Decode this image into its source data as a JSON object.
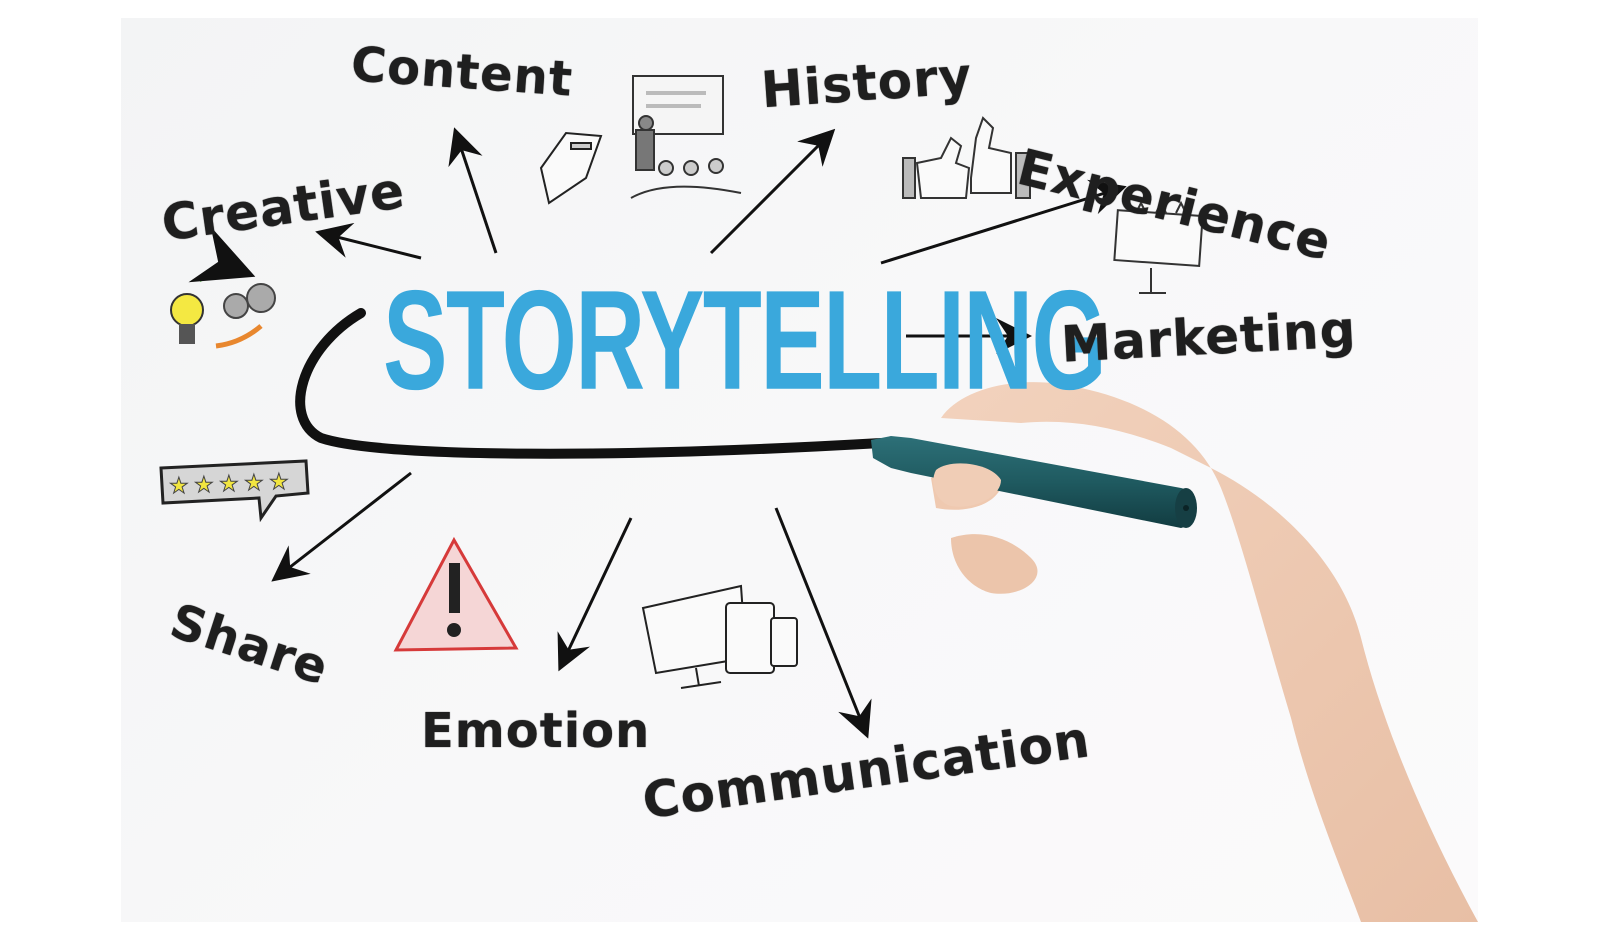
{
  "image": {
    "description": "Hand holding a teal marker drawing a storytelling concept map on a white board",
    "central_word": "STORYTELLING",
    "accent_color": "#3aa8dc",
    "marker_color": "#1f5a60",
    "keywords": [
      {
        "label": "Content",
        "icon": "book-icon"
      },
      {
        "label": "History",
        "icon": "presentation-icon"
      },
      {
        "label": "Experience",
        "icon": "thumbs-up-icon"
      },
      {
        "label": "Creative",
        "icon": "lightbulb-gears-icon"
      },
      {
        "label": "Marketing",
        "icon": "billboard-icon"
      },
      {
        "label": "Share",
        "icon": "rating-stars-icon"
      },
      {
        "label": "Emotion",
        "icon": "warning-triangle-icon"
      },
      {
        "label": "Communication",
        "icon": "devices-icon"
      }
    ]
  }
}
